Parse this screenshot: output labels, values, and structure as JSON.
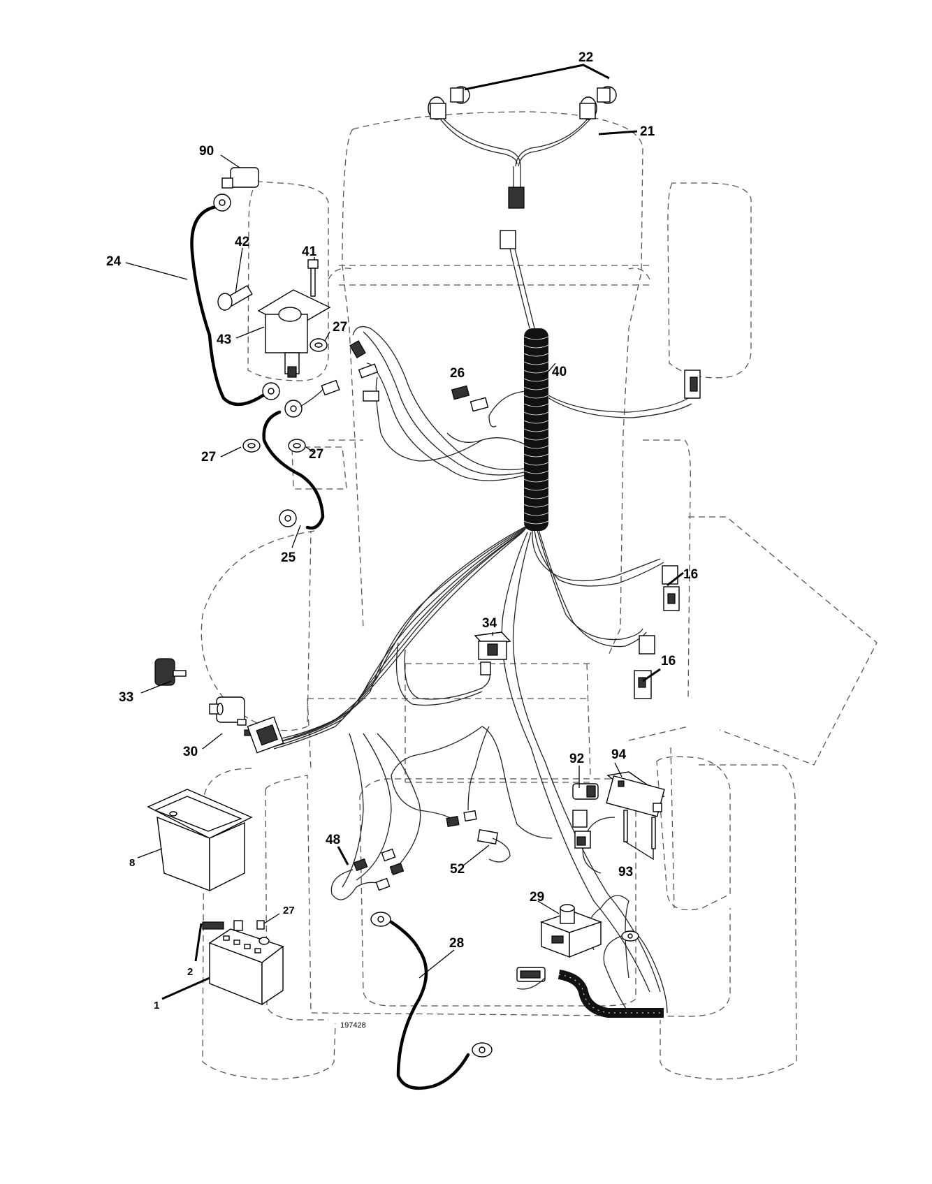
{
  "diagram": {
    "drawing_number": "197428",
    "callouts": [
      {
        "id": "c22",
        "text": "22"
      },
      {
        "id": "c21",
        "text": "21"
      },
      {
        "id": "c90",
        "text": "90"
      },
      {
        "id": "c42",
        "text": "42"
      },
      {
        "id": "c41",
        "text": "41"
      },
      {
        "id": "c24",
        "text": "24"
      },
      {
        "id": "c43",
        "text": "43"
      },
      {
        "id": "c27a",
        "text": "27"
      },
      {
        "id": "c26",
        "text": "26"
      },
      {
        "id": "c40",
        "text": "40"
      },
      {
        "id": "c27b",
        "text": "27"
      },
      {
        "id": "c27c",
        "text": "27"
      },
      {
        "id": "c25",
        "text": "25"
      },
      {
        "id": "c16a",
        "text": "16"
      },
      {
        "id": "c34",
        "text": "34"
      },
      {
        "id": "c16b",
        "text": "16"
      },
      {
        "id": "c33",
        "text": "33"
      },
      {
        "id": "c30",
        "text": "30"
      },
      {
        "id": "c92",
        "text": "92"
      },
      {
        "id": "c94",
        "text": "94"
      },
      {
        "id": "c48",
        "text": "48"
      },
      {
        "id": "c52",
        "text": "52"
      },
      {
        "id": "c93",
        "text": "93"
      },
      {
        "id": "c8",
        "text": "8"
      },
      {
        "id": "c27d",
        "text": "27"
      },
      {
        "id": "c29",
        "text": "29"
      },
      {
        "id": "c28",
        "text": "28"
      },
      {
        "id": "c2",
        "text": "2"
      },
      {
        "id": "c1",
        "text": "1"
      }
    ]
  }
}
